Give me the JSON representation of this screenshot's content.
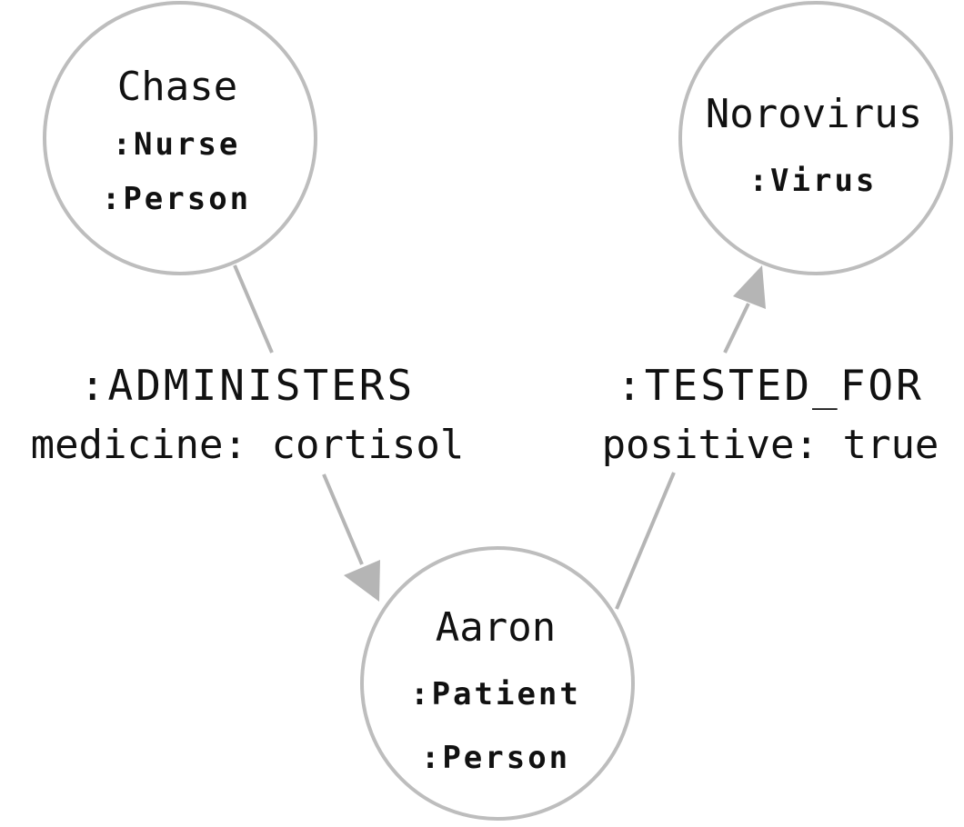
{
  "nodes": [
    {
      "id": "chase",
      "name": "Chase",
      "labels": [
        ":Nurse",
        ":Person"
      ]
    },
    {
      "id": "norovirus",
      "name": "Norovirus",
      "labels": [
        ":Virus"
      ]
    },
    {
      "id": "aaron",
      "name": "Aaron",
      "labels": [
        ":Patient",
        ":Person"
      ]
    }
  ],
  "relationships": [
    {
      "id": "administers",
      "from": "chase",
      "to": "aaron",
      "type": ":ADMINISTERS",
      "property": "medicine: cortisol"
    },
    {
      "id": "tested_for",
      "from": "aaron",
      "to": "norovirus",
      "type": ":TESTED_FOR",
      "property": "positive: true"
    }
  ],
  "colors": {
    "node_stroke": "#bdbdbd",
    "edge": "#b5b5b5",
    "text": "#111111",
    "background": "#ffffff"
  }
}
